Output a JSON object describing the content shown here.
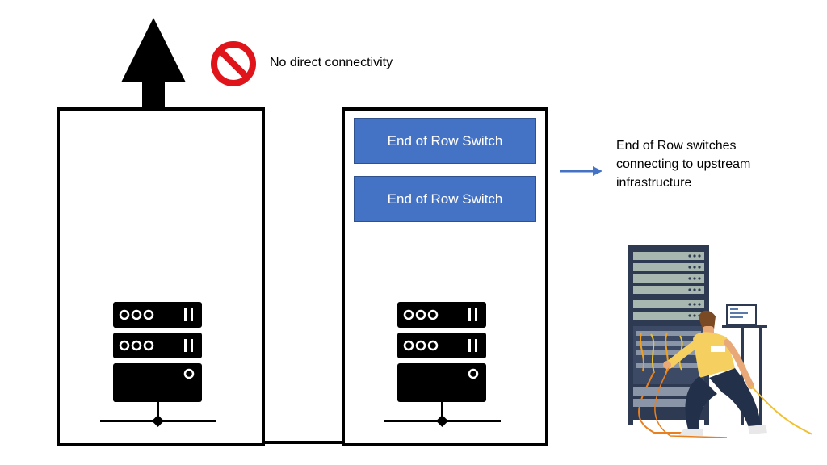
{
  "annotations": {
    "no_connectivity": "No direct connectivity",
    "eor_line1": "End of Row switches",
    "eor_line2": "connecting to upstream",
    "eor_line3": "infrastructure"
  },
  "switches": [
    {
      "label": "End of Row Switch"
    },
    {
      "label": "End of Row Switch"
    }
  ],
  "colors": {
    "switch_fill": "#4472c4",
    "arrow_blue": "#4472c4",
    "prohibit_red": "#e0151b",
    "outline": "#000000"
  },
  "icons": [
    "up-arrow-icon",
    "prohibited-icon",
    "server-stack-icon",
    "right-arrow-icon",
    "technician-illustration"
  ]
}
